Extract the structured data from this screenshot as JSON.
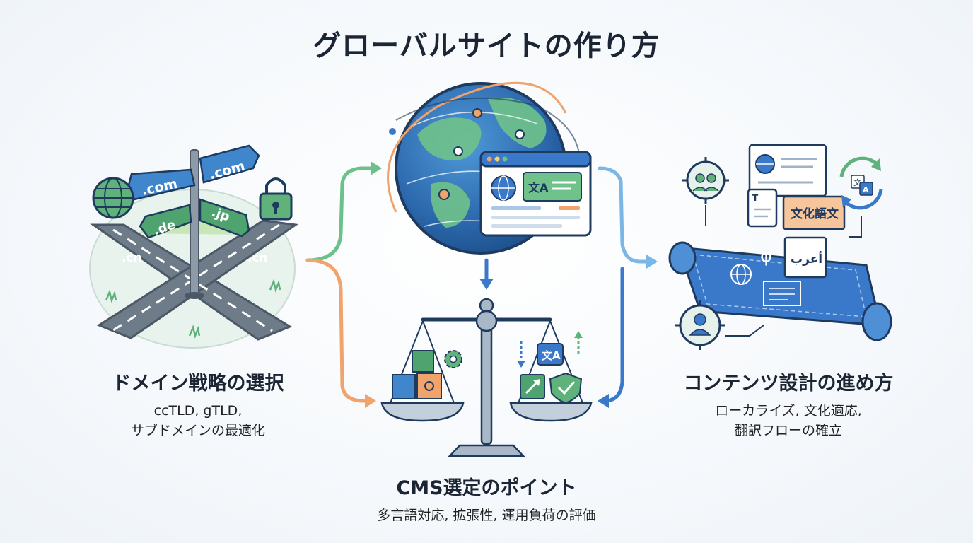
{
  "title": "グローバルサイトの作り方",
  "left": {
    "heading": "ドメイン戦略の選択",
    "desc_line1": "ccTLD, gTLD,",
    "desc_line2": "サブドメインの最適化",
    "signs": [
      ".com",
      ".com",
      ".de",
      ".jp"
    ],
    "roads": [
      ".cn",
      ".cn"
    ]
  },
  "middle": {
    "heading": "CMS選定のポイント",
    "desc": "多言語対応, 拡張性, 運用負荷の評価"
  },
  "right": {
    "heading": "コンテンツ設計の進め方",
    "desc_line1": "ローカライズ, 文化適応,",
    "desc_line2": "翻訳フローの確立",
    "card_text": "文化語文",
    "arabic_text": "أعرب",
    "small_t": "T"
  },
  "colors": {
    "blue": "#3a78c9",
    "green": "#5fb37a",
    "orange": "#f0a36b",
    "navy": "#1f3a5f"
  }
}
